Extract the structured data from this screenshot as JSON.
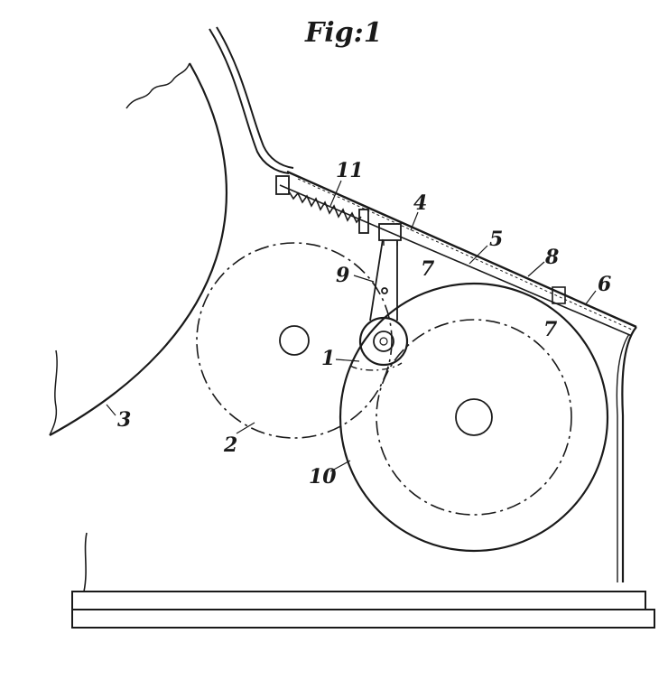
{
  "figure": {
    "title": "Fig:1",
    "labels": {
      "l1": "1",
      "l2": "2",
      "l3": "3",
      "l4": "4",
      "l5": "5",
      "l6": "6",
      "l7a": "7",
      "l7b": "7",
      "l8": "8",
      "l9": "9",
      "l10": "10",
      "l11": "11"
    },
    "ink_color": "#1a1a1a",
    "paper_color": "#ffffff"
  }
}
